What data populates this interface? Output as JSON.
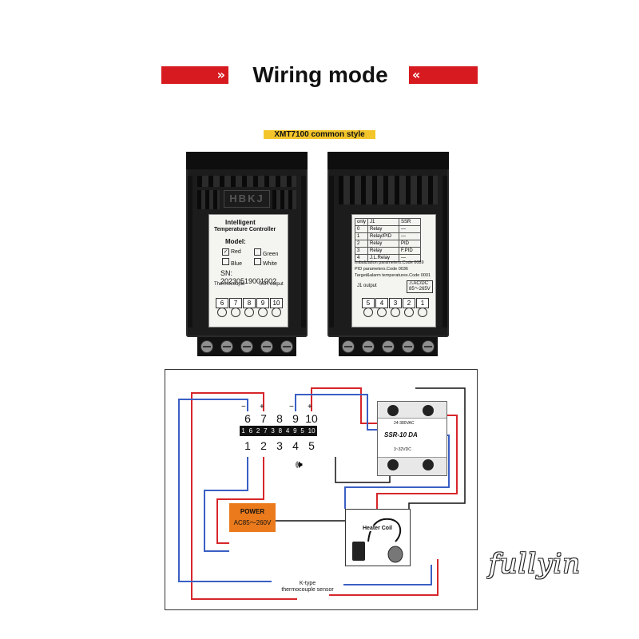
{
  "banner": {
    "title": "Wiring mode",
    "left_chevrons": "»",
    "right_chevrons": "«"
  },
  "subtitle": "XMT7100 common style",
  "left_device": {
    "brand": "HBKJ",
    "label": {
      "title_line1": "Intelligent",
      "title_line2": "Temperature Controller",
      "model_label": "Model:",
      "options": [
        {
          "text": "Red",
          "checked": true
        },
        {
          "text": "Green",
          "checked": false
        },
        {
          "text": "Blue",
          "checked": false
        },
        {
          "text": "White",
          "checked": false
        }
      ],
      "sn_label": "SN:",
      "sn_value": "20230519001002",
      "thermocouple": "Thermocouple",
      "ssr_output": "SSR output",
      "terminals": [
        "6",
        "7",
        "8",
        "9",
        "10"
      ]
    }
  },
  "right_device": {
    "table_headers": [
      "only",
      "J1",
      "SSR"
    ],
    "table_rows": [
      [
        "0",
        "Relay",
        "—"
      ],
      [
        "1",
        "Relay/PID",
        "—"
      ],
      [
        "2",
        "Relay",
        "PID"
      ],
      [
        "3",
        "Relay",
        "F.PID"
      ],
      [
        "4",
        "J.L.Relay",
        "—"
      ]
    ],
    "codes": [
      "Initialization parameters.Code 0089",
      "PID parameters.Code 0036",
      "Target&alarm temperatures.Code 0001"
    ],
    "j1_output": "J1 output",
    "acdc": "AC/DC",
    "voltage": "85～265V",
    "terminals": [
      "5",
      "4",
      "3",
      "2",
      "1"
    ]
  },
  "diagram": {
    "top_terminals": [
      "6",
      "7",
      "8",
      "9",
      "10"
    ],
    "strip_numbers": [
      "1",
      "6",
      "2",
      "7",
      "3",
      "8",
      "4",
      "9",
      "5",
      "10"
    ],
    "bottom_terminals": [
      "1",
      "2",
      "3",
      "4",
      "5"
    ],
    "polarity": [
      "−",
      "+",
      "−",
      "+"
    ],
    "power_title": "POWER",
    "power_range": "AC85～260V",
    "ssr_model": "SSR-10 DA",
    "ssr_input": "3~32VDC",
    "ssr_output": "24-380VAC",
    "heater": "Heater Coil",
    "sensor_line1": "K-type",
    "sensor_line2": "thermocouple sensor"
  },
  "watermark": "fullyin",
  "colors": {
    "banner_red": "#d61a1f",
    "power_orange": "#ea7a1c",
    "wire_red": "#d6262a",
    "wire_blue": "#3a5fc4",
    "subtitle_yellow": "#f3c52a"
  }
}
